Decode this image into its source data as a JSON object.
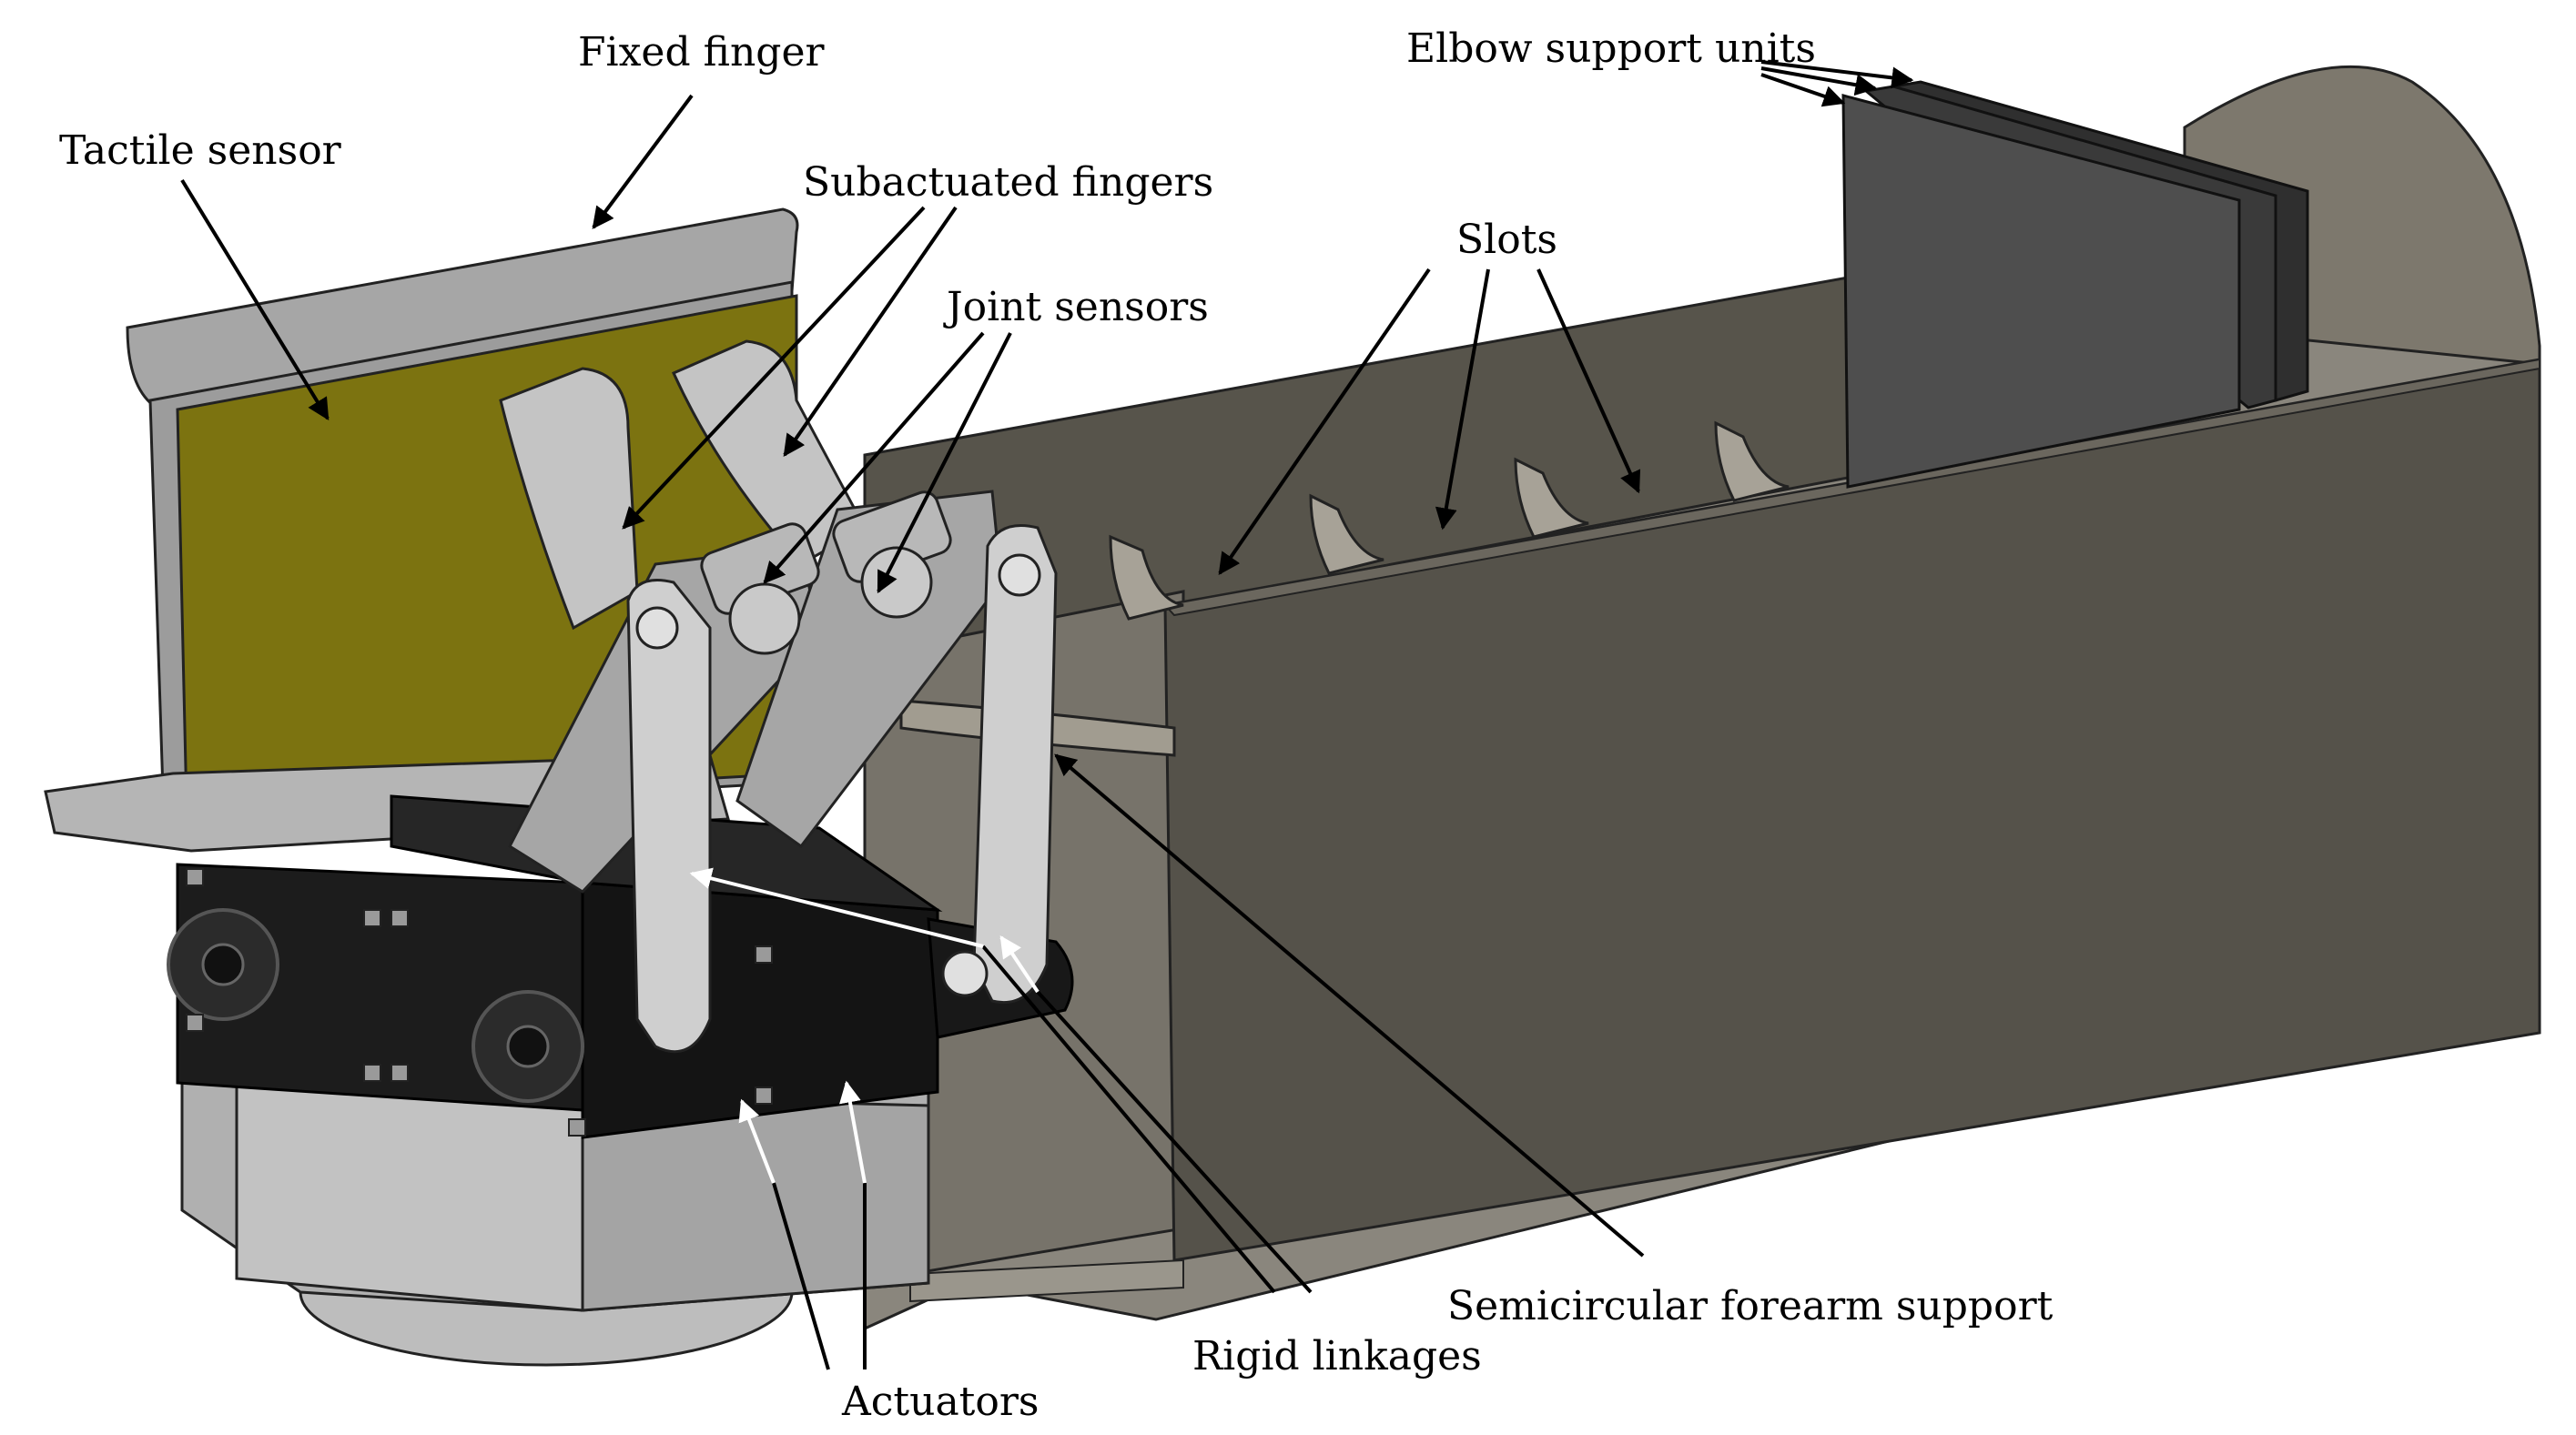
{
  "labels": {
    "fixed_finger": "Fixed finger",
    "tactile_sensor": "Tactile sensor",
    "subactuated_fingers": "Subactuated fingers",
    "joint_sensors": "Joint sensors",
    "slots": "Slots",
    "elbow_support_units": "Elbow support units",
    "semicircular_forearm_support": "Semicircular forearm support",
    "rigid_linkages": "Rigid linkages",
    "actuators": "Actuators"
  },
  "colors": {
    "tray_side": "#55524a",
    "tray_inner": "#77736a",
    "tray_floor": "#8a867d",
    "elbow_plate": "#4e4e4e",
    "tactile_pad": "#7c7310",
    "finger_light": "#c4c4c4",
    "finger_mid": "#a6a6a6",
    "actuator_body": "#1c1c1c",
    "base_grey": "#b0b0b0"
  }
}
